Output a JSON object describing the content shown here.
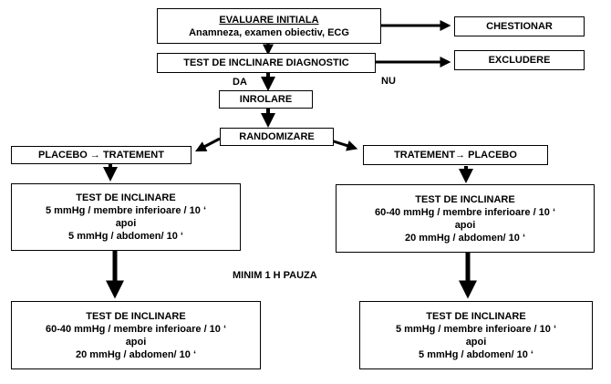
{
  "evaluare": {
    "title": "EVALUARE INITIALA",
    "subtitle": "Anamneza, examen obiectiv, ECG"
  },
  "chestionar": "CHESTIONAR",
  "test_diagnostic": "TEST DE INCLINARE DIAGNOSTIC",
  "excludere": "EXCLUDERE",
  "nu": "NU",
  "da": "DA",
  "inrolare": "INROLARE",
  "randomizare": "RANDOMIZARE",
  "left_arm": {
    "title": "PLACEBO → TRATEMENT",
    "test1": {
      "title": "TEST DE INCLINARE",
      "line1": "5 mmHg / membre inferioare / 10 ‘",
      "line2": "apoi",
      "line3": "5 mmHg / abdomen/ 10 ‘"
    },
    "test2": {
      "title": "TEST DE INCLINARE",
      "line1": "60-40 mmHg / membre inferioare / 10 ‘",
      "line2": "apoi",
      "line3": "20 mmHg / abdomen/ 10 ‘"
    }
  },
  "right_arm": {
    "title": "TRATEMENT→ PLACEBO",
    "test1": {
      "title": "TEST DE INCLINARE",
      "line1": "60-40 mmHg / membre inferioare / 10 ‘",
      "line2": "apoi",
      "line3": "20 mmHg / abdomen/ 10 ‘"
    },
    "test2": {
      "title": "TEST DE INCLINARE",
      "line1": "5 mmHg / membre inferioare / 10 ‘",
      "line2": "apoi",
      "line3": "5 mmHg / abdomen/ 10 ‘"
    }
  },
  "pauza": "MINIM 1 H PAUZA"
}
